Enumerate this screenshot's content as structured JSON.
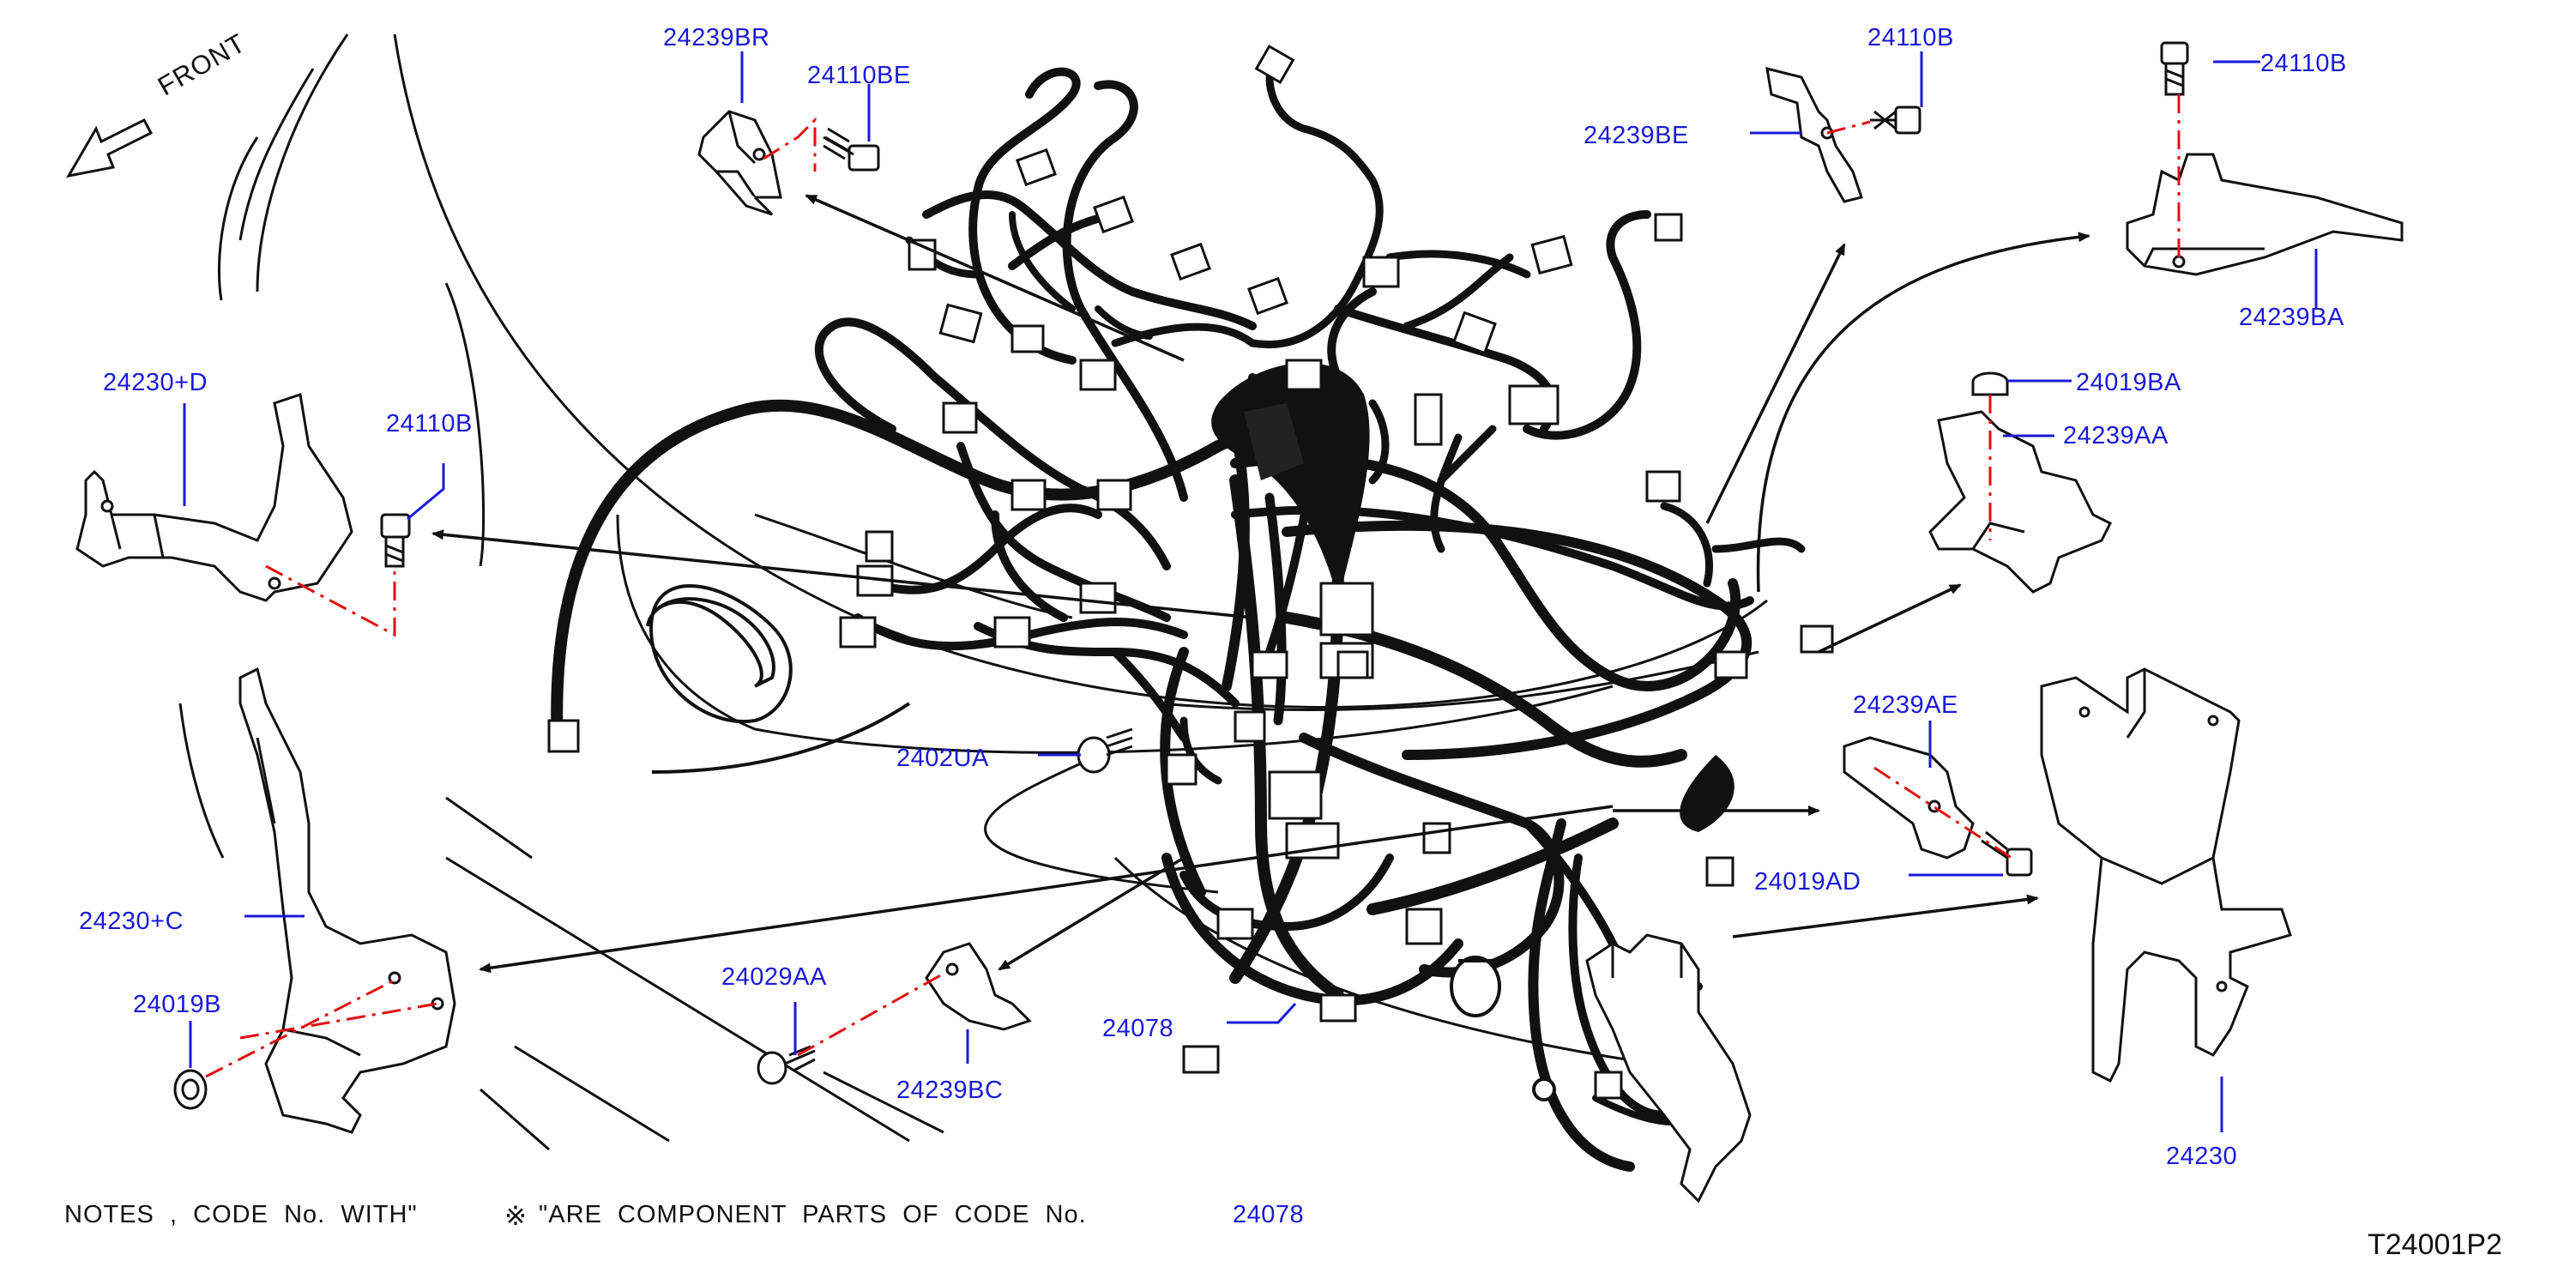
{
  "diagram": {
    "direction_label": "FRONT",
    "part_labels": [
      {
        "id": "p1",
        "text": "24239BR"
      },
      {
        "id": "p2",
        "text": "24110BE"
      },
      {
        "id": "p3",
        "text": "24110B"
      },
      {
        "id": "p4",
        "text": "24239BE"
      },
      {
        "id": "p5",
        "text": "24110B"
      },
      {
        "id": "p6",
        "text": "24239BA"
      },
      {
        "id": "p7",
        "text": "24019BA"
      },
      {
        "id": "p8",
        "text": "24239AA"
      },
      {
        "id": "p9",
        "text": "24230+D"
      },
      {
        "id": "p10",
        "text": "24110B"
      },
      {
        "id": "p11",
        "text": "2402UA"
      },
      {
        "id": "p12",
        "text": "24239AE"
      },
      {
        "id": "p13",
        "text": "24019AD"
      },
      {
        "id": "p14",
        "text": "24230+C"
      },
      {
        "id": "p15",
        "text": "24019B"
      },
      {
        "id": "p16",
        "text": "24029AA"
      },
      {
        "id": "p17",
        "text": "24239BC"
      },
      {
        "id": "p18",
        "text": "24078"
      },
      {
        "id": "p19",
        "text": "24230"
      }
    ],
    "notes": {
      "part1": "NOTES  ,  CODE  No.  WITH\"",
      "mark": "※",
      "part2": "\"ARE  COMPONENT  PARTS  OF  CODE  No.",
      "code": "24078"
    },
    "illustration_code": "T24001P2",
    "colors": {
      "label": "#1a1ad8",
      "line": "#111111",
      "dash": "#e01010"
    }
  }
}
